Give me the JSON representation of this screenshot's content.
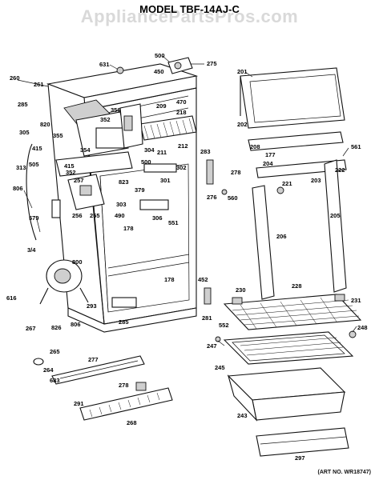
{
  "watermark": "AppliancePartsPros.com",
  "model_title": "MODEL TBF-14AJ-C",
  "art_number": "(ART NO. WR18747)",
  "callouts": [
    "500",
    "275",
    "631",
    "450",
    "201",
    "260",
    "261",
    "285",
    "820",
    "305",
    "356",
    "352",
    "209",
    "470",
    "218",
    "415",
    "355",
    "354",
    "304",
    "211",
    "212",
    "202",
    "208",
    "177",
    "561",
    "313",
    "505",
    "352",
    "415",
    "257",
    "823",
    "500",
    "302",
    "283",
    "278",
    "204",
    "222",
    "806",
    "579",
    "256",
    "255",
    "303",
    "178",
    "490",
    "379",
    "301",
    "306",
    "551",
    "276",
    "221",
    "560",
    "203",
    "205",
    "3/4",
    "800",
    "178",
    "206",
    "452",
    "230",
    "228",
    "616",
    "267",
    "293",
    "285",
    "281",
    "552",
    "231",
    "247",
    "248",
    "826",
    "806",
    "265",
    "264",
    "277",
    "245",
    "683",
    "278",
    "291",
    "268",
    "243",
    "297"
  ]
}
